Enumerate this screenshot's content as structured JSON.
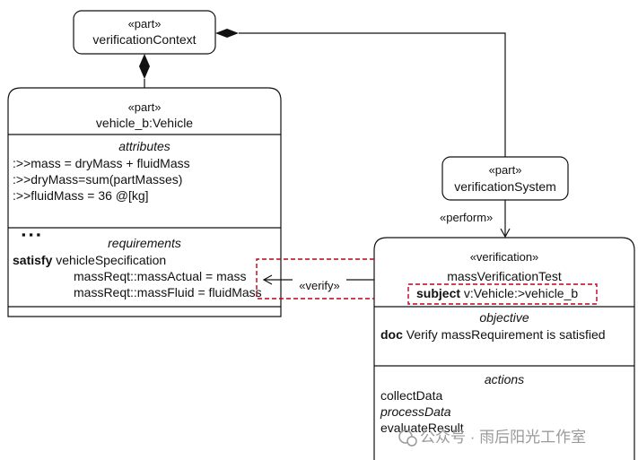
{
  "blocks": {
    "verification_context": {
      "stereotype": "«part»",
      "name": "verificationContext"
    },
    "vehicle": {
      "stereotype": "«part»",
      "name": "vehicle_b:Vehicle",
      "attributes_title": "attributes",
      "attributes": [
        ":>>mass = dryMass + fluidMass",
        ":>>dryMass=sum(partMasses)",
        ":>>fluidMass = 36 @[kg]"
      ],
      "ellipsis": "▪ ▪ ▪",
      "requirements_title": "requirements",
      "satisfy_keyword": "satisfy",
      "satisfy_target": " vehicleSpecification",
      "requirement_lines": [
        "massReqt::massActual = mass",
        "massReqt::massFluid = fluidMass"
      ]
    },
    "verification_system": {
      "stereotype": "«part»",
      "name": "verificationSystem"
    },
    "mass_test": {
      "stereotype": "«verification»",
      "name": "massVerificationTest",
      "subject_keyword": "subject",
      "subject_value": " v:Vehicle:>vehicle_b",
      "objective_title": "objective",
      "doc_keyword": "doc",
      "doc_text": " Verify massRequirement is satisfied",
      "actions_title": "actions",
      "actions": [
        "collectData",
        "processData",
        "evaluateResult"
      ]
    }
  },
  "relations": {
    "perform_label": "«perform»",
    "verify_label": "«verify»"
  },
  "watermark": "公众号 · 雨后阳光工作室",
  "colors": {
    "line": "#111111",
    "highlight": "#c0001a",
    "watermark": "#9a9a9a"
  }
}
